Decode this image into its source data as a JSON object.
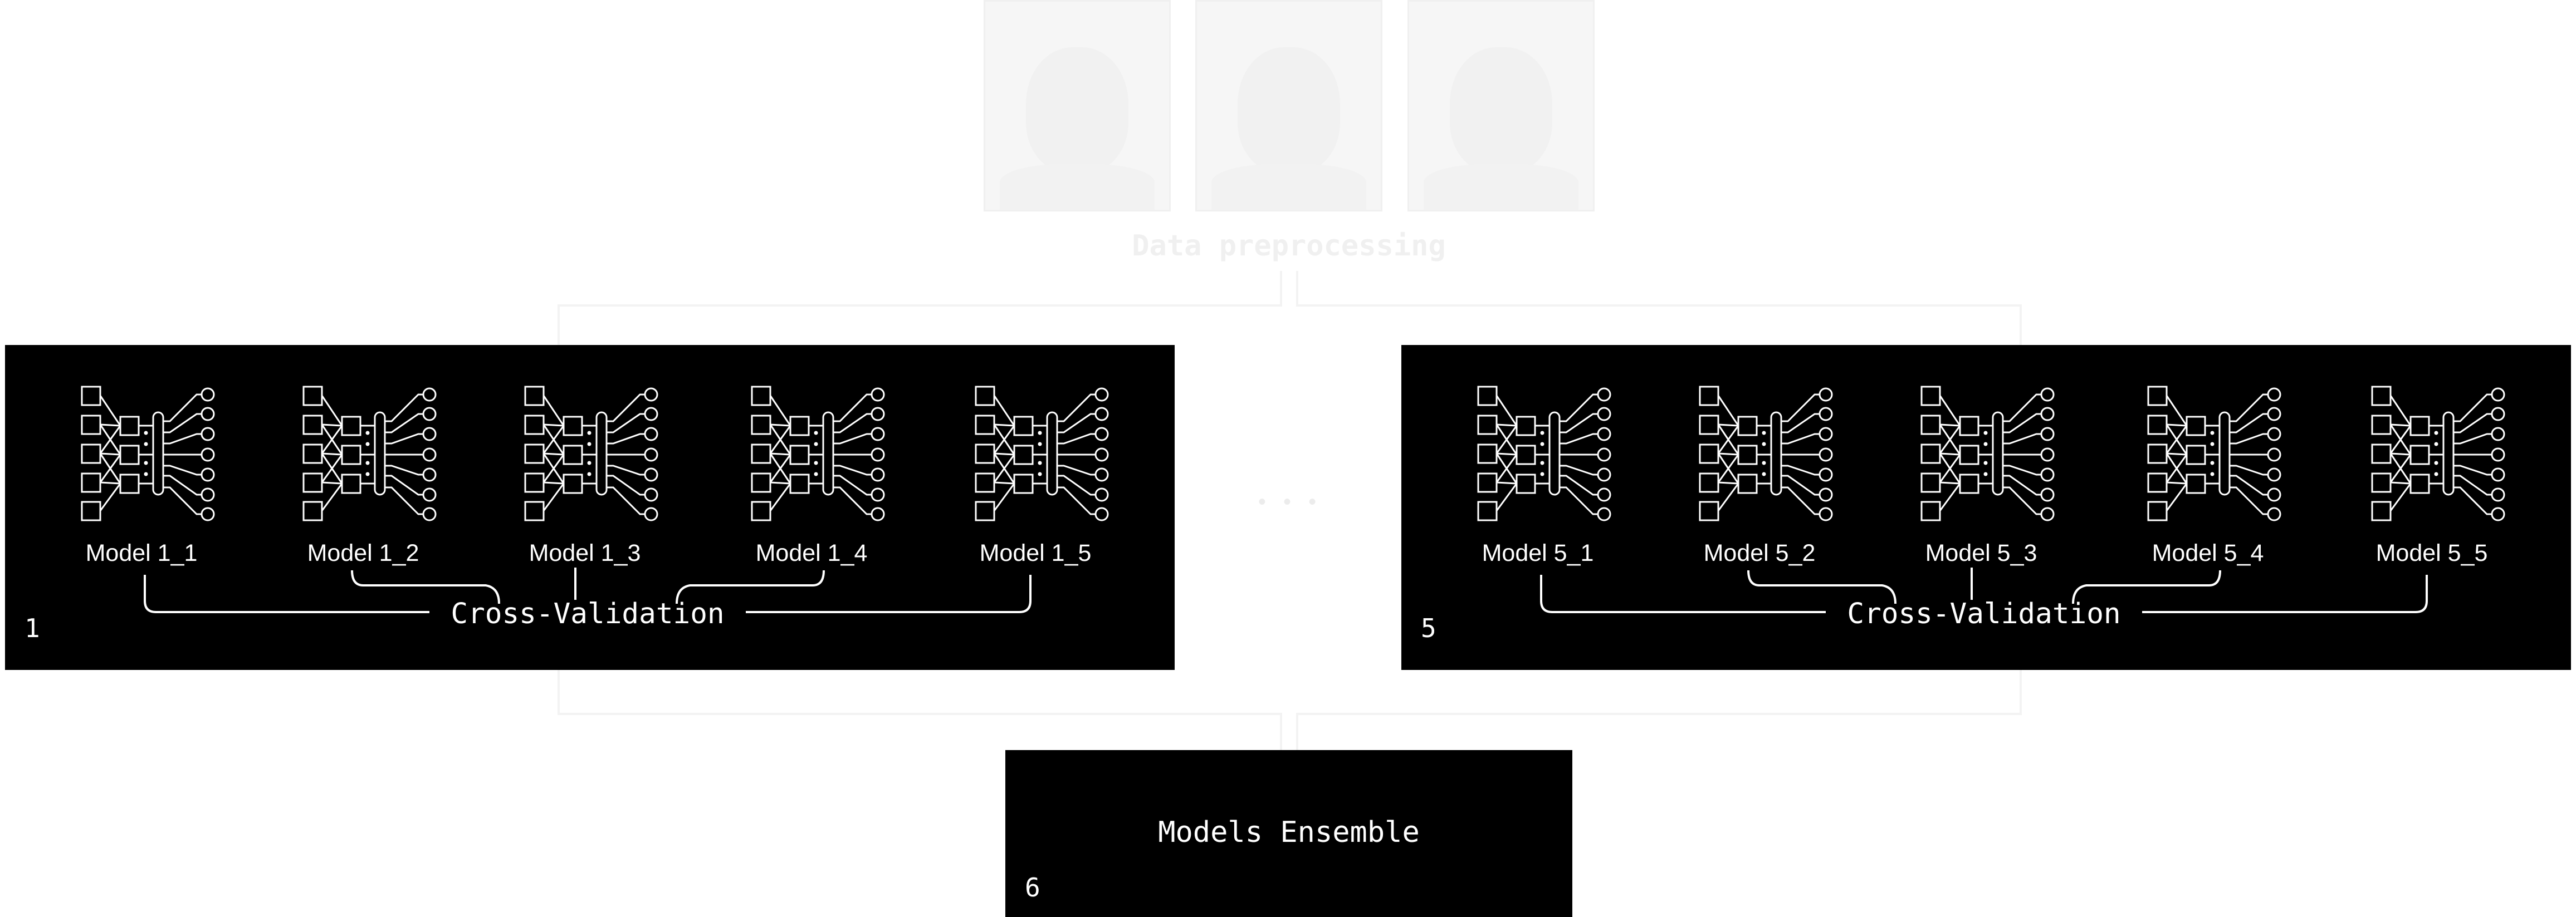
{
  "preprocessing": {
    "label": "Data preprocessing",
    "image_count": 3
  },
  "groups": [
    {
      "number": "1",
      "models": [
        "Model 1_1",
        "Model 1_2",
        "Model 1_3",
        "Model 1_4",
        "Model 1_5"
      ],
      "cv_label": "Cross-Validation"
    },
    {
      "number": "5",
      "models": [
        "Model 5_1",
        "Model 5_2",
        "Model 5_3",
        "Model 5_4",
        "Model 5_5"
      ],
      "cv_label": "Cross-Validation"
    }
  ],
  "ellipsis": "• • •",
  "ensemble": {
    "label": "Models Ensemble",
    "number": "6"
  },
  "colors": {
    "panel": "#000000",
    "stroke": "#ffffff",
    "faint": "#f0f0f0"
  }
}
